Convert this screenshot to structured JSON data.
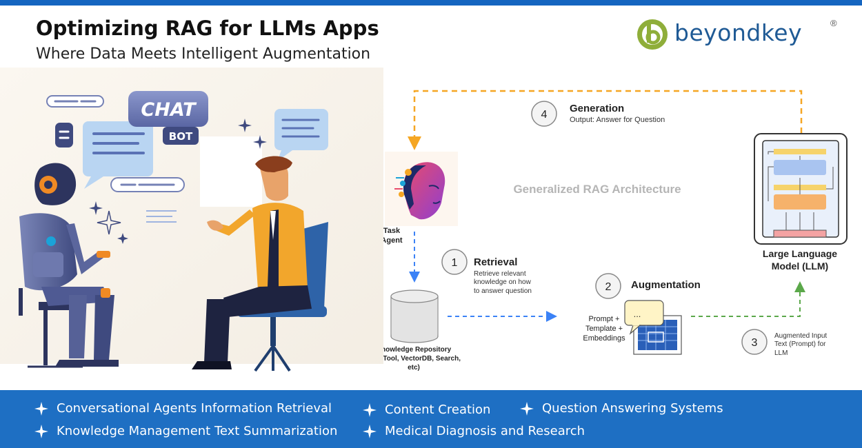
{
  "header": {
    "title": "Optimizing RAG for LLMs Apps",
    "subtitle": "Where Data Meets Intelligent Augmentation"
  },
  "logo": {
    "text": "beyondkey",
    "reg": "®"
  },
  "illustration": {
    "chat_label": "CHAT",
    "bot_label": "BOT"
  },
  "diagram": {
    "title": "Generalized RAG Architecture",
    "agent_label": "Task Agent",
    "agent_line1": "Task",
    "agent_line2": "Agent",
    "repo_line1": "Knowledge Repository",
    "repo_line2": "(DB, Tool, VectorDB, Search,",
    "repo_line3": "etc)",
    "llm_line1": "Large Language",
    "llm_line2": "Model (LLM)",
    "steps": [
      {
        "num": "1",
        "title": "Retrieval",
        "desc1": "Retrieve relevant",
        "desc2": "knowledge on how",
        "desc3": "to answer question"
      },
      {
        "num": "2",
        "title": "Augmentation"
      },
      {
        "num": "3",
        "desc1": "Augmented Input",
        "desc2": "Text (Prompt) for",
        "desc3": "LLM"
      },
      {
        "num": "4",
        "title": "Generation",
        "desc1": "Output: Answer for Question"
      }
    ],
    "prompt_line1": "Prompt +",
    "prompt_line2": "Template +",
    "prompt_line3": "Embeddings",
    "bubble_text": "..."
  },
  "use_cases": [
    "Conversational Agents Information Retrieval",
    "Content Creation",
    "Question Answering Systems",
    "Knowledge Management Text Summarization",
    "Medical Diagnosis and Research"
  ],
  "colors": {
    "brand_blue": "#1565c0",
    "band_blue": "#1e6fc3",
    "generation_arrow": "#f5a623",
    "retrieval_arrow": "#3b82f6",
    "augment_arrow": "#5ba84a",
    "logo_green": "#8fae3a"
  }
}
